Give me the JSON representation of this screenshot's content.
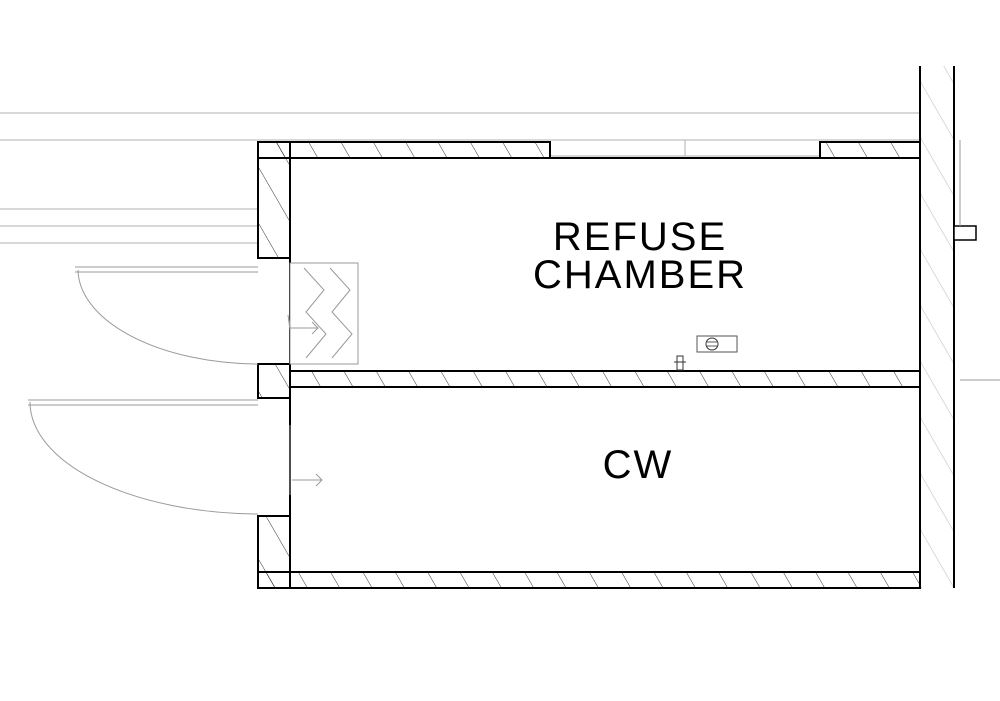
{
  "rooms": {
    "refuse_chamber": {
      "line1": "REFUSE",
      "line2": "CHAMBER"
    },
    "cw": {
      "label": "CW"
    }
  },
  "colors": {
    "background": "#ffffff",
    "wall_line": "#000000",
    "thin_line": "#9a9a9a",
    "hatch": "#000000"
  },
  "icons": [
    "floor-drain-icon",
    "valve-icon",
    "door-swing-arc",
    "flow-arrow-icon"
  ]
}
